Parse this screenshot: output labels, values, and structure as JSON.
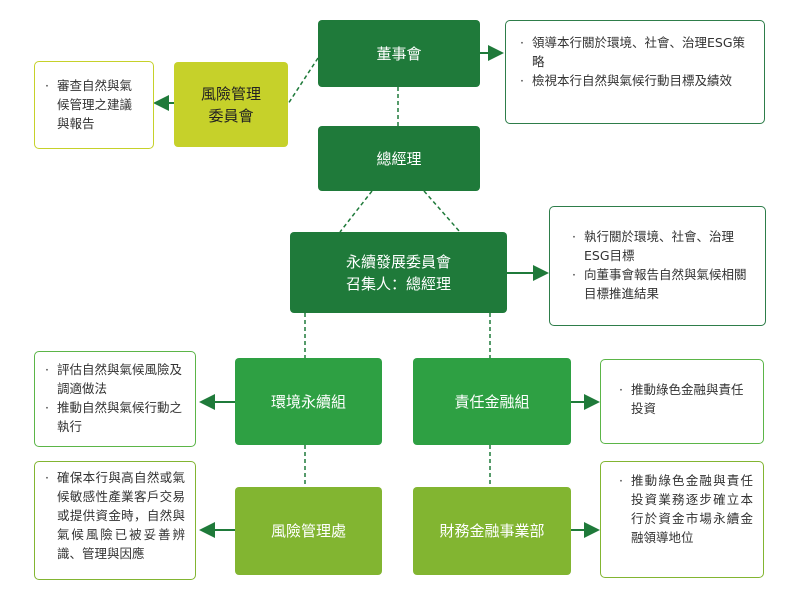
{
  "nodes": {
    "board": "董事會",
    "risk_committee": [
      "風險管理",
      "委員會"
    ],
    "gm": "總經理",
    "esg_committee": [
      "永續發展委員會",
      "召集人：總經理"
    ],
    "env_group": "環境永續組",
    "resp_finance_group": "責任金融組",
    "risk_dept": "風險管理處",
    "finance_dept": "財務金融事業部"
  },
  "notes": {
    "board": [
      "領導本行關於環境、社會、治理ESG策略",
      "檢視本行自然與氣候行動目標及績效"
    ],
    "risk_committee": [
      "審查自然與氣候管理之建議與報告"
    ],
    "esg_committee": [
      "執行關於環境、社會、治理ESG目標",
      "向董事會報告自然與氣候相關目標推進結果"
    ],
    "env_group": [
      "評估自然與氣候風險及調適做法",
      "推動自然與氣候行動之執行"
    ],
    "resp_finance_group": [
      "推動綠色金融與責任投資"
    ],
    "risk_dept": [
      "確保本行與高自然或氣候敏感性產業客戶交易或提供資金時，自然與氣候風險已被妥善辨識、管理與因應"
    ],
    "finance_dept": [
      "推動綠色金融與責任投資業務逐步確立本行於資金市場永續金融領導地位"
    ]
  },
  "colors": {
    "dark_green": "#1f7a3a",
    "green": "#2ea043",
    "lime": "#c6d12a",
    "olive": "#82b531"
  }
}
